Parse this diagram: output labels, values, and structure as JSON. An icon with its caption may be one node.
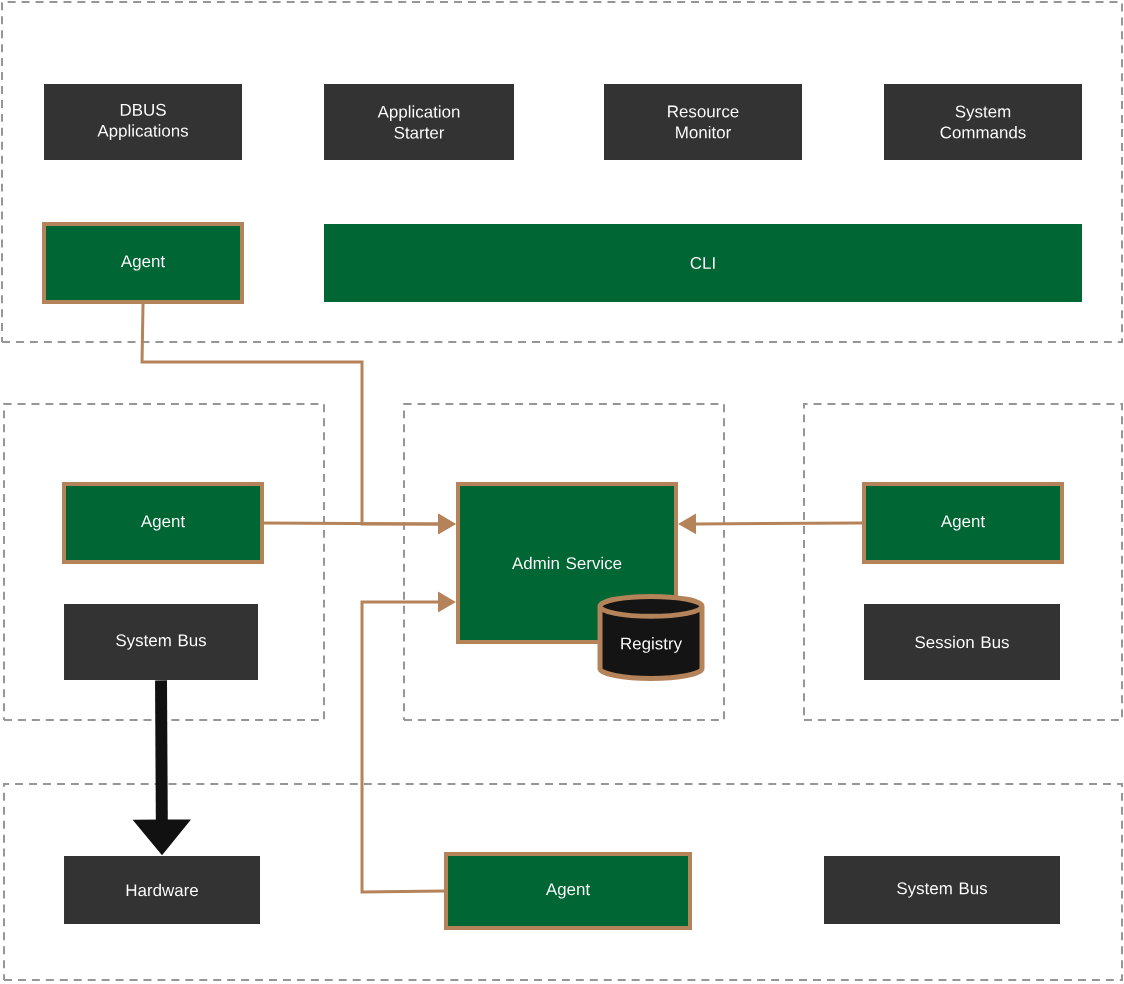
{
  "diagram": {
    "nodes": [
      {
        "text": [],
        "shape": "box"
      },
      {
        "text": [
          "DBUS Applications"
        ],
        "in": 0
      },
      {
        "text": [
          "Application Starter"
        ],
        "in": 0
      },
      {
        "text": [
          "Resource Monitor"
        ],
        "in": 0
      },
      {
        "text": [
          "System Commands"
        ],
        "in": 0
      },
      {
        "text": [
          "Agent"
        ],
        "in": 0
      },
      {
        "text": [
          "CLI"
        ],
        "in": 0
      },
      {
        "text": [],
        "shape": "box"
      },
      {
        "text": [
          "Agent"
        ],
        "in": 7
      },
      {
        "text": [
          "System Bus"
        ],
        "in": 7
      },
      {
        "text": [],
        "shape": "box"
      },
      {
        "text": [
          "Admin Service"
        ],
        "in": 10
      },
      {
        "text": [
          "Registry"
        ],
        "in": 10
      },
      {
        "text": [],
        "shape": "box"
      },
      {
        "text": [
          "Agent"
        ],
        "in": 13
      },
      {
        "text": [
          "Session Bus"
        ],
        "in": 13
      },
      {
        "text": [],
        "shape": "box"
      },
      {
        "text": [
          "Hardware"
        ],
        "in": 16
      },
      {
        "text": [
          "Agent"
        ],
        "in": 16
      },
      {
        "text": [
          "System Bus"
        ],
        "in": 16
      }
    ],
    "edges": [
      {
        "from": 5,
        "to": 11,
        "arrow": "to"
      },
      {
        "from": 8,
        "to": 11,
        "arrow": "to"
      },
      {
        "from": 14,
        "to": 11,
        "arrow": "to"
      },
      {
        "from": 18,
        "to": 11,
        "arrow": "to"
      },
      {
        "from": 9,
        "to": 17,
        "arrow": "to",
        "style": "thick",
        "color": "#111111"
      }
    ]
  }
}
